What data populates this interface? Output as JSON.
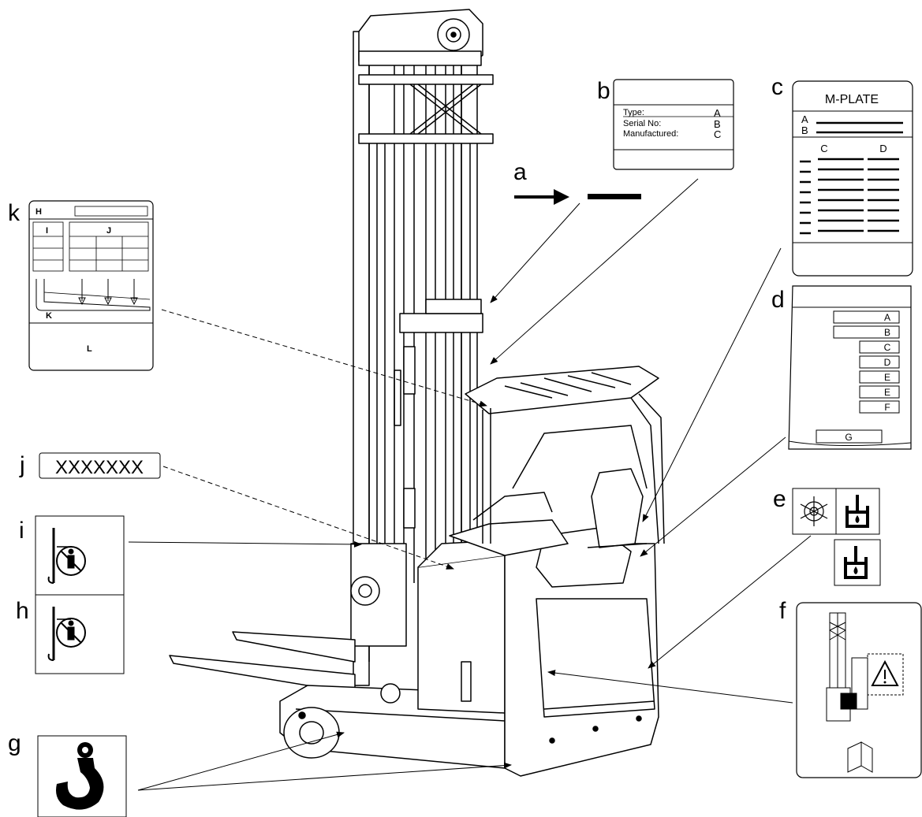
{
  "callouts": {
    "a": "a",
    "b": "b",
    "c": "c",
    "d": "d",
    "e": "e",
    "f": "f",
    "g": "g",
    "h": "h",
    "i": "i",
    "j": "j",
    "k": "k"
  },
  "plate_b": {
    "rows": [
      {
        "label": "Type:",
        "value": "A"
      },
      {
        "label": "Serial No:",
        "value": "B"
      },
      {
        "label": "Manufactured:",
        "value": "C"
      }
    ]
  },
  "plate_c": {
    "title": "M-PLATE",
    "row_a": "A",
    "row_b": "B",
    "col_c": "C",
    "col_d": "D"
  },
  "plate_d": {
    "fields": [
      "A",
      "B",
      "C",
      "D",
      "E",
      "E",
      "F"
    ],
    "bottom": "G"
  },
  "plate_j": {
    "text": "XXXXXXX"
  },
  "plate_k": {
    "h": "H",
    "i": "I",
    "j": "J",
    "k": "K",
    "l": "L"
  },
  "icons": {
    "e": [
      "snowflake-icon",
      "hydraulic-oil-icon"
    ],
    "f": [
      "truck-warning-icon",
      "manual-book-icon"
    ],
    "g": "lifting-hook-icon",
    "h": "no-standing-under-forks-icon",
    "i": "no-standing-under-forks-icon"
  }
}
